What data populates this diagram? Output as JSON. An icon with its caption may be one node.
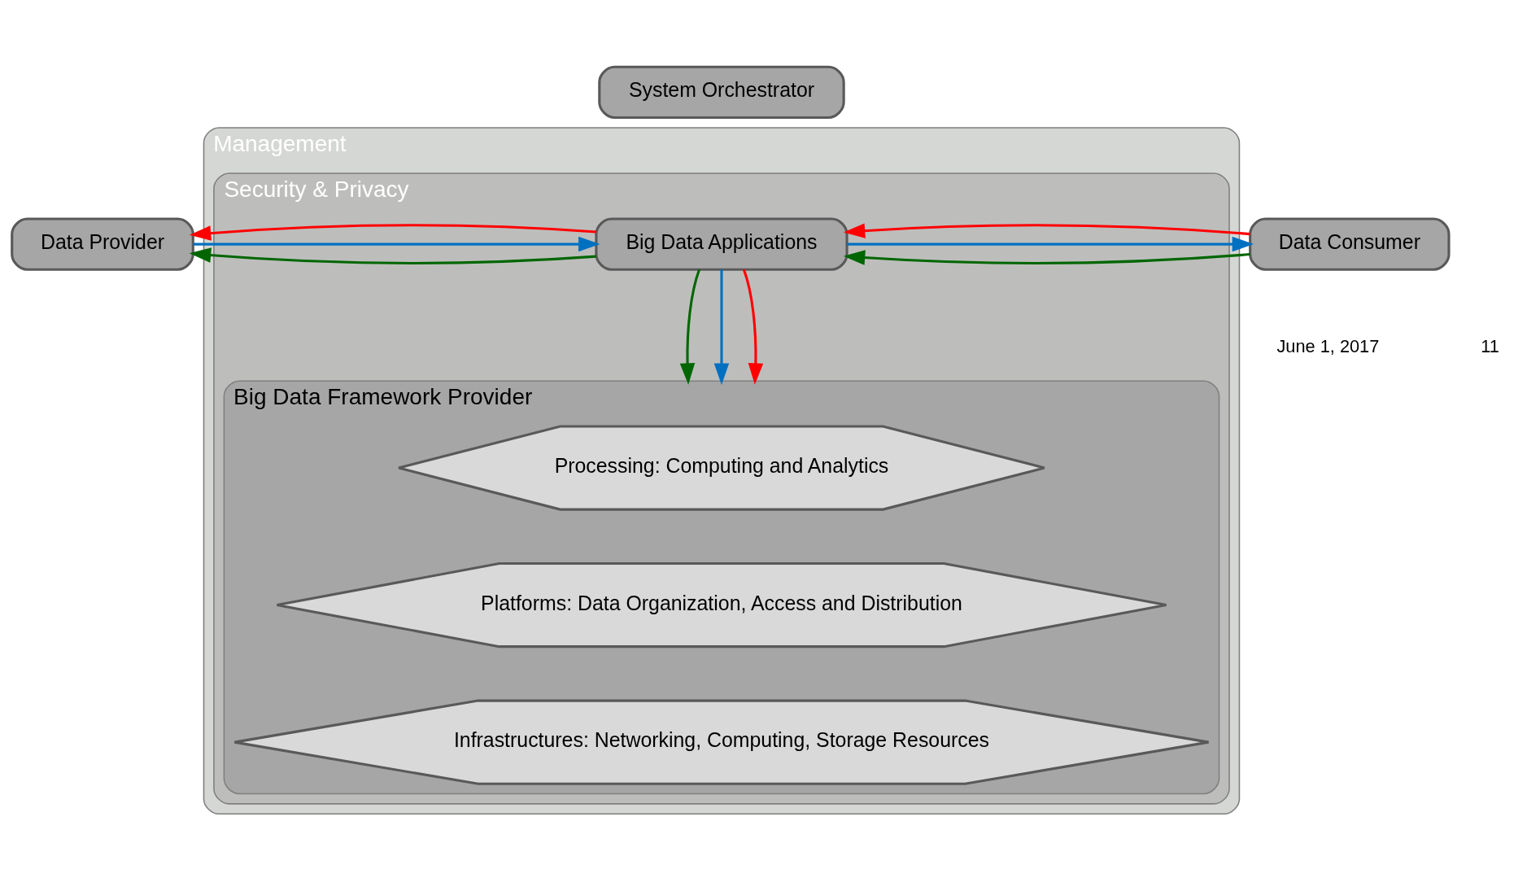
{
  "diagram": {
    "nodes": [
      {
        "text": [
          "System Orchestrator"
        ]
      },
      {
        "text": [
          "Data Provider"
        ]
      },
      {
        "text": [
          "Management"
        ]
      },
      {
        "text": [
          "Security & Privacy"
        ],
        "in": 2
      },
      {
        "text": [
          "Big Data Applications"
        ],
        "in": 3
      },
      {
        "text": [
          "Big Data Framework Provider"
        ],
        "in": 3
      },
      {
        "text": [
          "Processing: Computing and Analytics"
        ],
        "in": 5
      },
      {
        "text": [
          "Platforms: Data Organization, Access and Distribution"
        ],
        "in": 5
      },
      {
        "text": [
          "Infrastructures: Networking, Computing, Storage Resources"
        ],
        "in": 5
      },
      {
        "text": [
          "Data Consumer"
        ]
      }
    ],
    "edges": [
      {
        "from": 4,
        "to": 1,
        "arrow": "to",
        "color": "#006600"
      },
      {
        "from": 1,
        "to": 4,
        "arrow": "to",
        "color": "#0070c0"
      },
      {
        "from": 4,
        "to": 1,
        "arrow": "to",
        "color": "#ff0000"
      },
      {
        "from": 9,
        "to": 4,
        "arrow": "to",
        "color": "#006600"
      },
      {
        "from": 4,
        "to": 9,
        "arrow": "to",
        "color": "#0070c0"
      },
      {
        "from": 9,
        "to": 4,
        "arrow": "to",
        "color": "#ff0000"
      },
      {
        "from": 4,
        "to": 5,
        "arrow": "to",
        "color": "#006600"
      },
      {
        "from": 4,
        "to": 5,
        "arrow": "to",
        "color": "#0070c0"
      },
      {
        "from": 4,
        "to": 5,
        "arrow": "to",
        "color": "#ff0000"
      }
    ],
    "labels": [
      "June 1, 2017",
      "11"
    ]
  }
}
